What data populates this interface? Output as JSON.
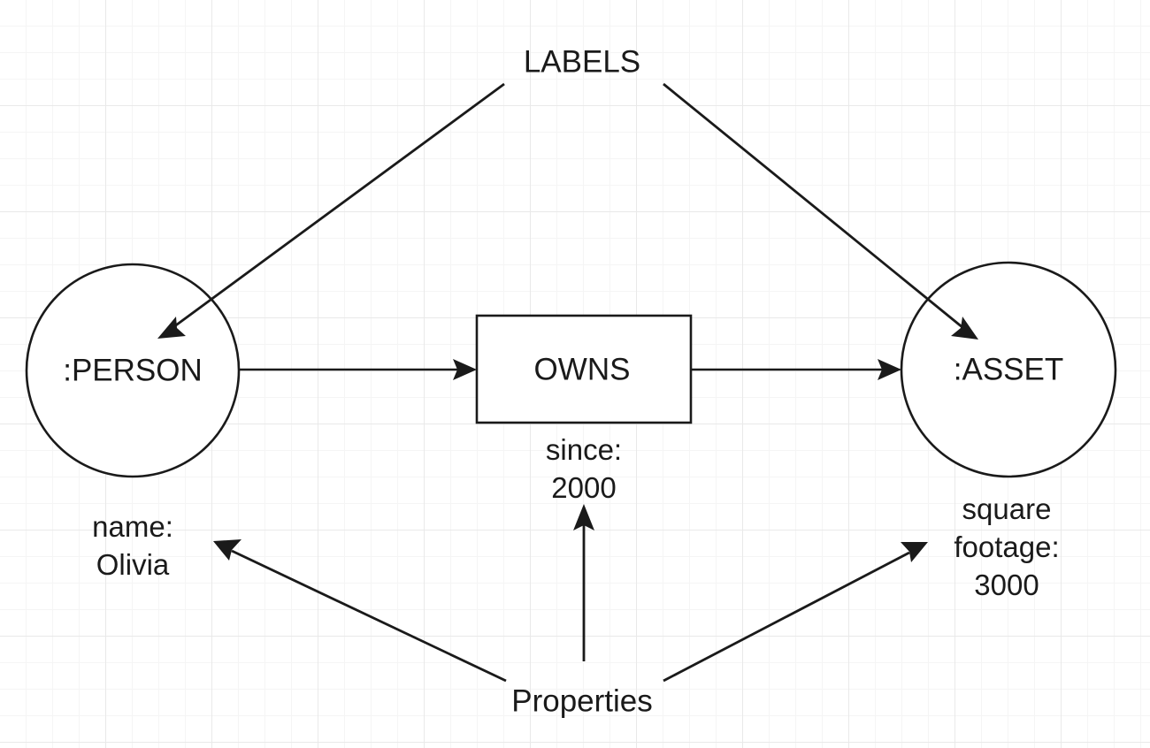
{
  "diagram": {
    "title_annotations": {
      "labels": "LABELS",
      "properties": "Properties"
    },
    "nodes": [
      {
        "id": "person",
        "shape": "circle",
        "label": ":PERSON",
        "property_lines": [
          "name:",
          "Olivia"
        ]
      },
      {
        "id": "asset",
        "shape": "circle",
        "label": ":ASSET",
        "property_lines": [
          "square",
          "footage:",
          "3000"
        ]
      }
    ],
    "relationship": {
      "id": "owns",
      "shape": "rectangle",
      "label": "OWNS",
      "property_lines": [
        "since:",
        "2000"
      ],
      "from": ":PERSON",
      "to": ":ASSET"
    },
    "colors": {
      "stroke": "#1a1a1a",
      "fill": "#ffffff",
      "grid_minor": "#f5f5f5",
      "grid_major": "#e9e9e9",
      "background": "#ffffff"
    }
  }
}
